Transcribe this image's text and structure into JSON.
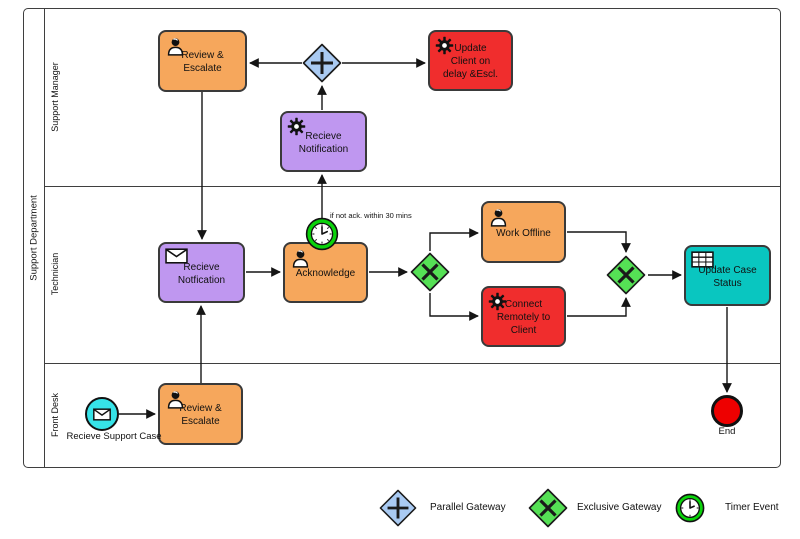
{
  "diagram": {
    "pool": {
      "label": "Support Department"
    },
    "lanes": [
      {
        "label": "Support Manager"
      },
      {
        "label": "Technician"
      },
      {
        "label": "Front Desk"
      }
    ],
    "tasks": [
      {
        "id": "review-escalate-manager",
        "label": "Review &\nEscalate",
        "icon": "user-icon",
        "color": "#F6A75C",
        "lane": "Support Manager"
      },
      {
        "id": "update-client-on-delay",
        "label": "Update\nClient on\ndelay &Escl.",
        "icon": "gear-icon",
        "color": "#F02D2D",
        "lane": "Support Manager"
      },
      {
        "id": "receive-notification-manager",
        "label": "Recieve\nNotification",
        "icon": "gear-icon",
        "color": "#BF97F0",
        "lane": "Support Manager"
      },
      {
        "id": "receive-notification-technician",
        "label": "Recieve\nNotfication",
        "icon": "envelope-icon",
        "color": "#BF97F0",
        "lane": "Technician"
      },
      {
        "id": "acknowledge",
        "label": "Acknowledge",
        "icon": "user-icon",
        "color": "#F6A75C",
        "lane": "Technician"
      },
      {
        "id": "work-offline",
        "label": "Work Offline",
        "icon": "user-icon",
        "color": "#F6A75C",
        "lane": "Technician"
      },
      {
        "id": "connect-remotely",
        "label": "Connect\nRemotely to Client",
        "icon": "gear-icon",
        "color": "#F02D2D",
        "lane": "Technician"
      },
      {
        "id": "update-case-status",
        "label": "Update Case\nStatus",
        "icon": "table-icon",
        "color": "#09C6C0",
        "lane": "Technician"
      },
      {
        "id": "review-escalate-frontdesk",
        "label": "Review &\nEscalate",
        "icon": "user-icon",
        "color": "#F6A75C",
        "lane": "Front Desk"
      }
    ],
    "events": [
      {
        "id": "start-message",
        "label": "Recieve Support Case",
        "type": "message-start",
        "color": "#36E3E8"
      },
      {
        "id": "timer-boundary",
        "label": "if not ack. within 30 mins",
        "type": "timer",
        "color": "#0BD30B"
      },
      {
        "id": "end",
        "label": "End",
        "type": "end",
        "color": "#EE0000"
      }
    ],
    "gateways": [
      {
        "id": "parallel-gateway",
        "type": "parallel",
        "color": "#A9CAF2"
      },
      {
        "id": "exclusive-gateway-split",
        "type": "exclusive",
        "color": "#55E055"
      },
      {
        "id": "exclusive-gateway-merge",
        "type": "exclusive",
        "color": "#55E055"
      }
    ],
    "legend": [
      {
        "label": "Parallel Gateway",
        "symbol": "parallel-gateway-icon",
        "color": "#A9CAF2"
      },
      {
        "label": "Exclusive Gateway",
        "symbol": "exclusive-gateway-icon",
        "color": "#55E055"
      },
      {
        "label": "Timer Event",
        "symbol": "timer-event-icon",
        "color": "#0BD30B"
      }
    ]
  }
}
